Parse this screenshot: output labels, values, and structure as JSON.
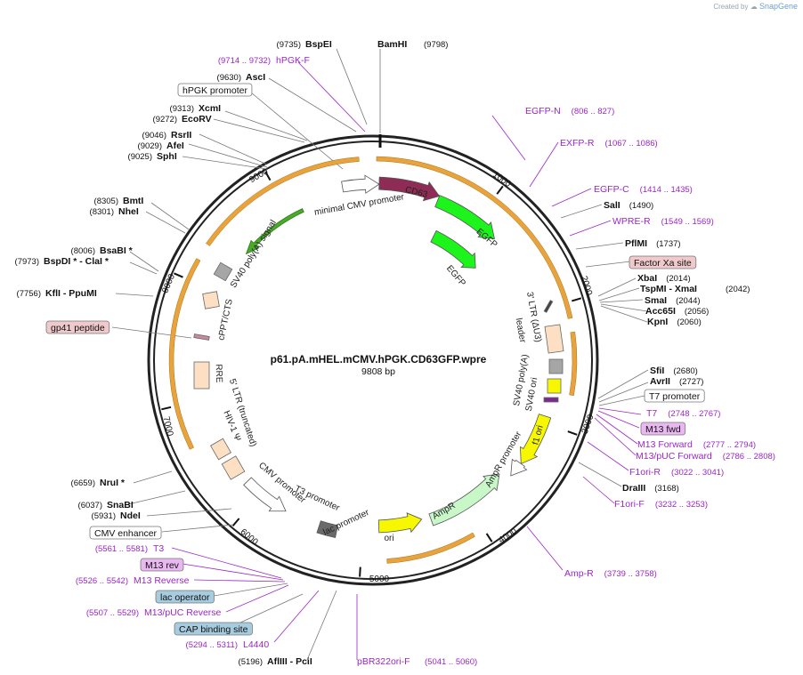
{
  "credit": {
    "prefix": "Created by",
    "brand": "SnapGene"
  },
  "plasmid": {
    "name": "p61.pA.mHEL.mCMV.hPGK.CD63GFP.wpre",
    "length": "9808 bp"
  },
  "ticks": [
    "1000",
    "2000",
    "3000",
    "4000",
    "5000",
    "6000",
    "7000",
    "8000",
    "9000"
  ],
  "colors": {
    "backbone": "#222222",
    "orange": "#e8a33c",
    "cd63": "#8f2c56",
    "egfp": "#1cf41c",
    "ampr": "#c8f7c8",
    "ori": "#f7f700",
    "f1ori": "#f7f700",
    "promoter": "#ffffff",
    "misc": "#fde0c3",
    "sv40": "#a6a6a6",
    "primer": "#9b26c9",
    "boxRed": "#f0c9cc",
    "boxBlue": "#a7ccdf",
    "boxPurple": "#e9b8f0"
  },
  "sites": [
    {
      "name": "BamHI",
      "pos": "(9798)"
    },
    {
      "name": "BspEI",
      "pos": "(9735)"
    },
    {
      "name": "AscI",
      "pos": "(9630)"
    },
    {
      "name": "XcmI",
      "pos": "(9313)"
    },
    {
      "name": "EcoRV",
      "pos": "(9272)"
    },
    {
      "name": "RsrII",
      "pos": "(9046)"
    },
    {
      "name": "AfeI",
      "pos": "(9029)"
    },
    {
      "name": "SphI",
      "pos": "(9025)"
    },
    {
      "name": "BmtI",
      "pos": "(8305)"
    },
    {
      "name": "NheI",
      "pos": "(8301)"
    },
    {
      "name": "BsaBI *",
      "pos": "(8006)"
    },
    {
      "name": "BspDI *  - ClaI *",
      "pos": "(7973)"
    },
    {
      "name": "KflI  - PpuMI",
      "pos": "(7756)"
    },
    {
      "name": "NruI *",
      "pos": "(6659)"
    },
    {
      "name": "SnaBI",
      "pos": "(6037)"
    },
    {
      "name": "NdeI",
      "pos": "(5931)"
    },
    {
      "name": "AflIII  - PciI",
      "pos": "(5196)"
    },
    {
      "name": "SalI",
      "pos": "(1490)"
    },
    {
      "name": "PflMI",
      "pos": "(1737)"
    },
    {
      "name": "XbaI",
      "pos": "(2014)"
    },
    {
      "name": "TspMI  - XmaI",
      "pos": "(2042)"
    },
    {
      "name": "SmaI",
      "pos": "(2044)"
    },
    {
      "name": "Acc65I",
      "pos": "(2056)"
    },
    {
      "name": "KpnI",
      "pos": "(2060)"
    },
    {
      "name": "SfiI",
      "pos": "(2680)"
    },
    {
      "name": "AvrII",
      "pos": "(2727)"
    },
    {
      "name": "DraIII",
      "pos": "(3168)"
    }
  ],
  "primers": [
    {
      "name": "hPGK-F",
      "pos": "(9714 .. 9732)"
    },
    {
      "name": "EGFP-N",
      "pos": "(806 .. 827)"
    },
    {
      "name": "EXFP-R",
      "pos": "(1067 .. 1086)"
    },
    {
      "name": "EGFP-C",
      "pos": "(1414 .. 1435)"
    },
    {
      "name": "WPRE-R",
      "pos": "(1549 .. 1569)"
    },
    {
      "name": "T7",
      "pos": "(2748 .. 2767)"
    },
    {
      "name": "M13 Forward",
      "pos": "(2777 .. 2794)"
    },
    {
      "name": "M13/pUC Forward",
      "pos": "(2786 .. 2808)"
    },
    {
      "name": "F1ori-R",
      "pos": "(3022 .. 3041)"
    },
    {
      "name": "F1ori-F",
      "pos": "(3232 .. 3253)"
    },
    {
      "name": "Amp-R",
      "pos": "(3739 .. 3758)"
    },
    {
      "name": "pBR322ori-F",
      "pos": "(5041 .. 5060)"
    },
    {
      "name": "L4440",
      "pos": "(5294 .. 5311)"
    },
    {
      "name": "M13/pUC Reverse",
      "pos": "(5507 .. 5529)"
    },
    {
      "name": "M13 Reverse",
      "pos": "(5526 .. 5542)"
    },
    {
      "name": "T3",
      "pos": "(5561 .. 5581)"
    }
  ],
  "boxes": [
    {
      "name": "hPGK promoter"
    },
    {
      "name": "Factor Xa site"
    },
    {
      "name": "T7 promoter"
    },
    {
      "name": "M13 fwd"
    },
    {
      "name": "gp41 peptide"
    },
    {
      "name": "CMV enhancer"
    },
    {
      "name": "M13 rev"
    },
    {
      "name": "lac operator"
    },
    {
      "name": "CAP binding site"
    }
  ],
  "features": [
    {
      "name": "CD63"
    },
    {
      "name": "minimal CMV promoter"
    },
    {
      "name": "EGFP"
    },
    {
      "name": "EGFP"
    },
    {
      "name": "3' LTR (ΔU3)"
    },
    {
      "name": "leader"
    },
    {
      "name": "SV40 poly(A) signal"
    },
    {
      "name": "SV40 poly(A)"
    },
    {
      "name": "SV40 ori"
    },
    {
      "name": "f1 ori"
    },
    {
      "name": "AmpR promoter"
    },
    {
      "name": "AmpR"
    },
    {
      "name": "ori"
    },
    {
      "name": "T3 promoter"
    },
    {
      "name": "lac promoter"
    },
    {
      "name": "CMV promoter"
    },
    {
      "name": "HIV-1 Ψ"
    },
    {
      "name": "5' LTR (truncated)"
    },
    {
      "name": "RRE"
    },
    {
      "name": "cPPT/CTS"
    },
    {
      "name": "SV40 poly(A) signal"
    }
  ]
}
